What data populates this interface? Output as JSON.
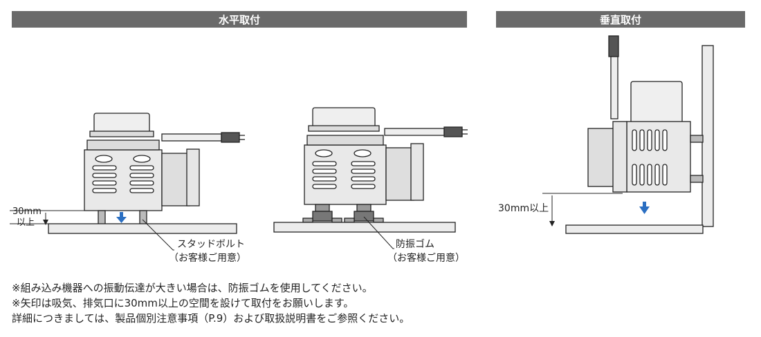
{
  "sections": {
    "horizontal_title": "水平取付",
    "vertical_title": "垂直取付"
  },
  "horizontal": {
    "clearance_value": "30mm",
    "clearance_suffix": "以上",
    "stud_label": "スタッドボルト",
    "stud_sub": "（お客様ご用意）",
    "rubber_label": "防振ゴム",
    "rubber_sub": "（お客様ご用意）"
  },
  "vertical": {
    "clearance_label": "30mm以上"
  },
  "colors": {
    "banner": "#6a6a6a",
    "arrow": "#2b6fc2",
    "pump_body": "#e6e6e6",
    "outline": "#222222"
  },
  "notes": [
    "※組み込み機器への振動伝達が大きい場合は、防振ゴムを使用してください。",
    "※矢印は吸気、排気口に30mm以上の空間を設けて取付をお願いします。",
    "詳細につきましては、製品個別注意事項（P.9）および取扱説明書をご参照ください。"
  ]
}
